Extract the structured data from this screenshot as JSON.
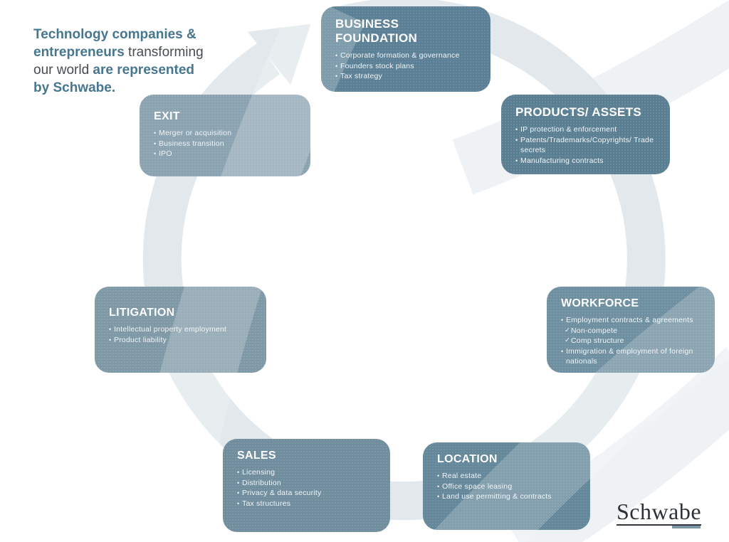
{
  "headline": {
    "line1_bold": "Technology companies &",
    "line2_bold": "entrepreneurs",
    "line2_rest": " transforming",
    "line3_rest": "our world ",
    "line3_bold": "are represented",
    "line4_bold": "by Schwabe."
  },
  "colors": {
    "headline_accent": "#47768f",
    "headline_text": "#474c50",
    "ring": "#e2e8ec",
    "swoosh": "#edf2f5",
    "business_foundation": "#5b8095",
    "products_assets": "#5a7f93",
    "workforce": "#6e8fa0",
    "location": "#64879a",
    "sales": "#6f8d9d",
    "litigation": "#7e98a6",
    "exit": "#8ba3b1"
  },
  "boxes": [
    {
      "id": "business-foundation",
      "title": "BUSINESS FOUNDATION",
      "items": [
        {
          "bullet": "•",
          "text": "Corporate formation & governance"
        },
        {
          "bullet": "•",
          "text": "Founders stock plans"
        },
        {
          "bullet": "•",
          "text": "Tax strategy"
        }
      ]
    },
    {
      "id": "products-assets",
      "title": "PRODUCTS/ ASSETS",
      "items": [
        {
          "bullet": "•",
          "text": "IP protection & enforcement"
        },
        {
          "bullet": "•",
          "text": "Patents/Trademarks/Copyrights/ Trade secrets"
        },
        {
          "bullet": "•",
          "text": "Manufacturing contracts"
        }
      ]
    },
    {
      "id": "workforce",
      "title": "WORKFORCE",
      "items": [
        {
          "bullet": "•",
          "text": "Employment contracts & agreements"
        },
        {
          "bullet": "✓",
          "text": "Non-compete"
        },
        {
          "bullet": "✓",
          "text": "Comp structure"
        },
        {
          "bullet": "•",
          "text": "Immigration & employment of  foreign nationals"
        }
      ]
    },
    {
      "id": "location",
      "title": "LOCATION",
      "items": [
        {
          "bullet": "•",
          "text": "Real estate"
        },
        {
          "bullet": "•",
          "text": "Office space leasing"
        },
        {
          "bullet": "•",
          "text": "Land use permitting & contracts"
        }
      ]
    },
    {
      "id": "sales",
      "title": "SALES",
      "items": [
        {
          "bullet": "•",
          "text": "Licensing"
        },
        {
          "bullet": "•",
          "text": "Distribution"
        },
        {
          "bullet": "•",
          "text": "Privacy & data security"
        },
        {
          "bullet": "•",
          "text": "Tax structures"
        }
      ]
    },
    {
      "id": "litigation",
      "title": "LITIGATION",
      "items": [
        {
          "bullet": "•",
          "text": "Intellectual property employment"
        },
        {
          "bullet": "•",
          "text": "Product liability"
        }
      ]
    },
    {
      "id": "exit",
      "title": "EXIT",
      "items": [
        {
          "bullet": "•",
          "text": "Merger or acquisition"
        },
        {
          "bullet": "•",
          "text": "Business transition"
        },
        {
          "bullet": "•",
          "text": "IPO"
        }
      ]
    }
  ],
  "logo": {
    "text": "Schwabe"
  }
}
